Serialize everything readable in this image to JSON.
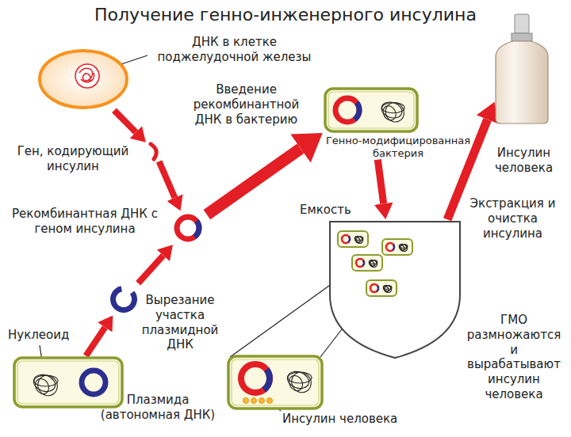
{
  "diagram": {
    "title": "Получение генно-инженерного инсулина",
    "nodes": [
      {
        "text": [
          "ДНК в клетке поджелудочной железы"
        ]
      },
      {
        "text": [
          "Ген, кодирующий инсулин"
        ]
      },
      {
        "text": [
          "Рекомбинантная ДНК с геном инсулина"
        ]
      },
      {
        "text": [
          "Вырезание участка плазмидной ДНК"
        ]
      },
      {
        "text": [
          "Нуклеоид",
          "Плазмида (автономная ДНК)"
        ]
      },
      {
        "text": [
          "Генно-модифицированная бактерия"
        ]
      },
      {
        "text": [
          "Емкость"
        ]
      },
      {
        "text": [
          "Инсулин человека"
        ]
      },
      {
        "text": [
          "Инсулин человека"
        ]
      }
    ],
    "edges": [
      {
        "from": 0,
        "to": 1,
        "arrow": "to"
      },
      {
        "from": 1,
        "to": 2,
        "arrow": "to"
      },
      {
        "from": 4,
        "to": 3,
        "arrow": "to"
      },
      {
        "from": 3,
        "to": 2,
        "arrow": "to"
      },
      {
        "from": 2,
        "to": 5,
        "arrow": "to",
        "label": "Введение рекомбинантной ДНК в бактерию"
      },
      {
        "from": 5,
        "to": 6,
        "arrow": "to"
      },
      {
        "from": 6,
        "to": 8,
        "arrow": "to",
        "label": "Экстракция и очистка инсулина"
      },
      {
        "from": 6,
        "to": 7,
        "arrow": "none"
      },
      {
        "from": 6,
        "to": 7,
        "arrow": "none"
      }
    ],
    "labels": [
      "ГМО размножаются и вырабатывают инсулин человека"
    ]
  }
}
